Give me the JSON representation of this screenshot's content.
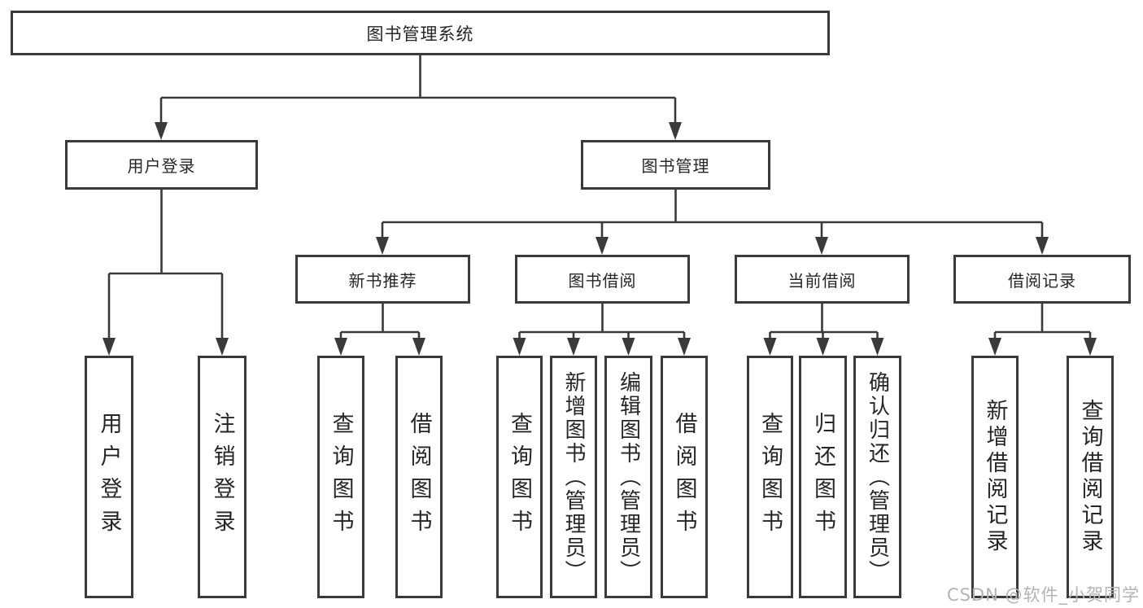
{
  "diagram": {
    "title_node": {
      "label": "图书管理系统"
    },
    "branches": [
      {
        "label": "用户登录"
      },
      {
        "label": "图书管理"
      }
    ],
    "modules": [
      {
        "label": "新书推荐"
      },
      {
        "label": "图书借阅"
      },
      {
        "label": "当前借阅"
      },
      {
        "label": "借阅记录"
      }
    ],
    "leaves": [
      {
        "label": "用户登录",
        "parent": "用户登录"
      },
      {
        "label": "注销登录",
        "parent": "用户登录"
      },
      {
        "label": "查询图书",
        "parent": "新书推荐"
      },
      {
        "label": "借阅图书",
        "parent": "新书推荐"
      },
      {
        "label": "查询图书",
        "parent": "图书借阅"
      },
      {
        "label": "新增图书（管理员）",
        "parent": "图书借阅"
      },
      {
        "label": "编辑图书（管理员）",
        "parent": "图书借阅"
      },
      {
        "label": "借阅图书",
        "parent": "图书借阅"
      },
      {
        "label": "查询图书",
        "parent": "当前借阅"
      },
      {
        "label": "归还图书",
        "parent": "当前借阅"
      },
      {
        "label": "确认归还（管理员）",
        "parent": "当前借阅"
      },
      {
        "label": "新增借阅记录",
        "parent": "借阅记录"
      },
      {
        "label": "查询借阅记录",
        "parent": "借阅记录"
      }
    ]
  },
  "watermark": {
    "text": "CSDN @软件_小贺同学",
    "color": "#b3b3b3"
  },
  "colors": {
    "line": "#3a3a3a",
    "box_border": "#3a3a3a",
    "text": "#262626",
    "background": "#ffffff"
  }
}
